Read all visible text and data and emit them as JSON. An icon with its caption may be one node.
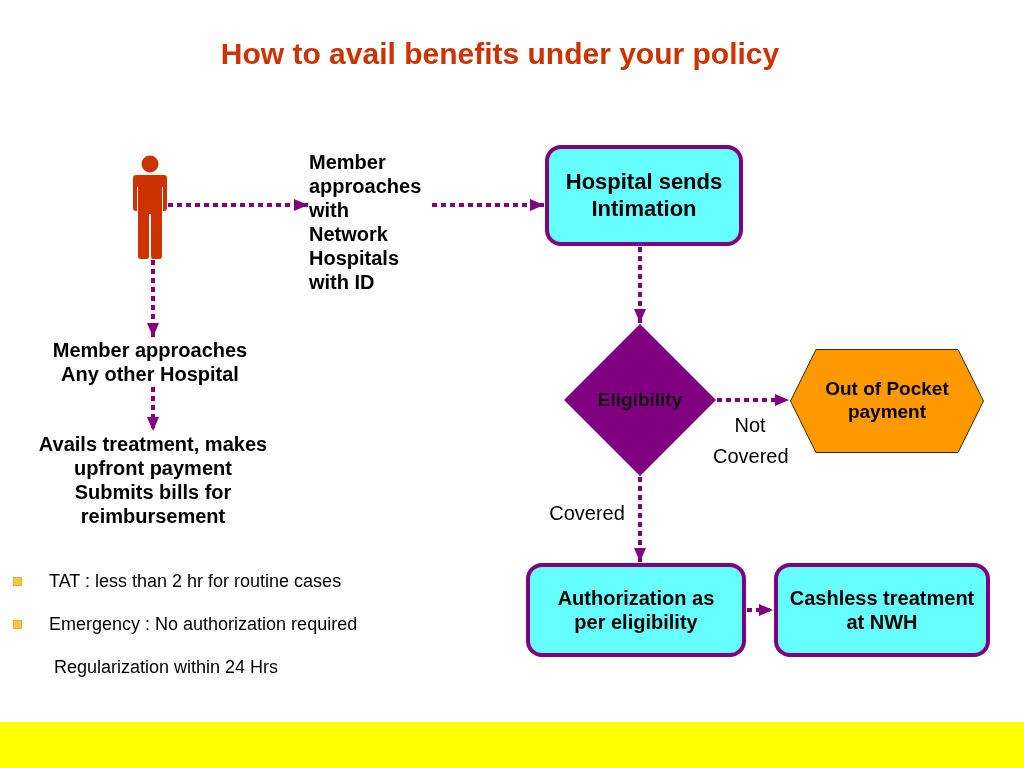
{
  "diagram": {
    "title": "How to avail benefits under your policy",
    "nodes": [
      {
        "text": [],
        "shape": "person"
      },
      {
        "text": [
          "Member approaches with Network Hospitals with ID"
        ]
      },
      {
        "text": [
          "Hospital sends Intimation"
        ]
      },
      {
        "text": [
          "Member approaches Any other Hospital"
        ]
      },
      {
        "text": [
          "Avails treatment, makes upfront payment",
          "Submits bills for reimbursement"
        ]
      },
      {
        "text": [
          "Eligibility"
        ]
      },
      {
        "text": [
          "Out of Pocket payment"
        ]
      },
      {
        "text": [
          "Authorization as per eligibility"
        ]
      },
      {
        "text": [
          "Cashless treatment at NWH"
        ]
      }
    ],
    "edges": [
      {
        "from": 0,
        "to": 1,
        "arrow": "to"
      },
      {
        "from": 1,
        "to": 2,
        "arrow": "to"
      },
      {
        "from": 0,
        "to": 3,
        "arrow": "to"
      },
      {
        "from": 3,
        "to": 4,
        "arrow": "to"
      },
      {
        "from": 2,
        "to": 5,
        "arrow": "to"
      },
      {
        "from": 5,
        "to": 6,
        "arrow": "to",
        "label": "Not Covered"
      },
      {
        "from": 5,
        "to": 7,
        "arrow": "to",
        "label": "Covered"
      },
      {
        "from": 7,
        "to": 8,
        "arrow": "to"
      }
    ],
    "labels": [
      "TAT : less than 2 hr for routine cases",
      "Emergency : No authorization required",
      "Regularization within 24 Hrs"
    ]
  }
}
